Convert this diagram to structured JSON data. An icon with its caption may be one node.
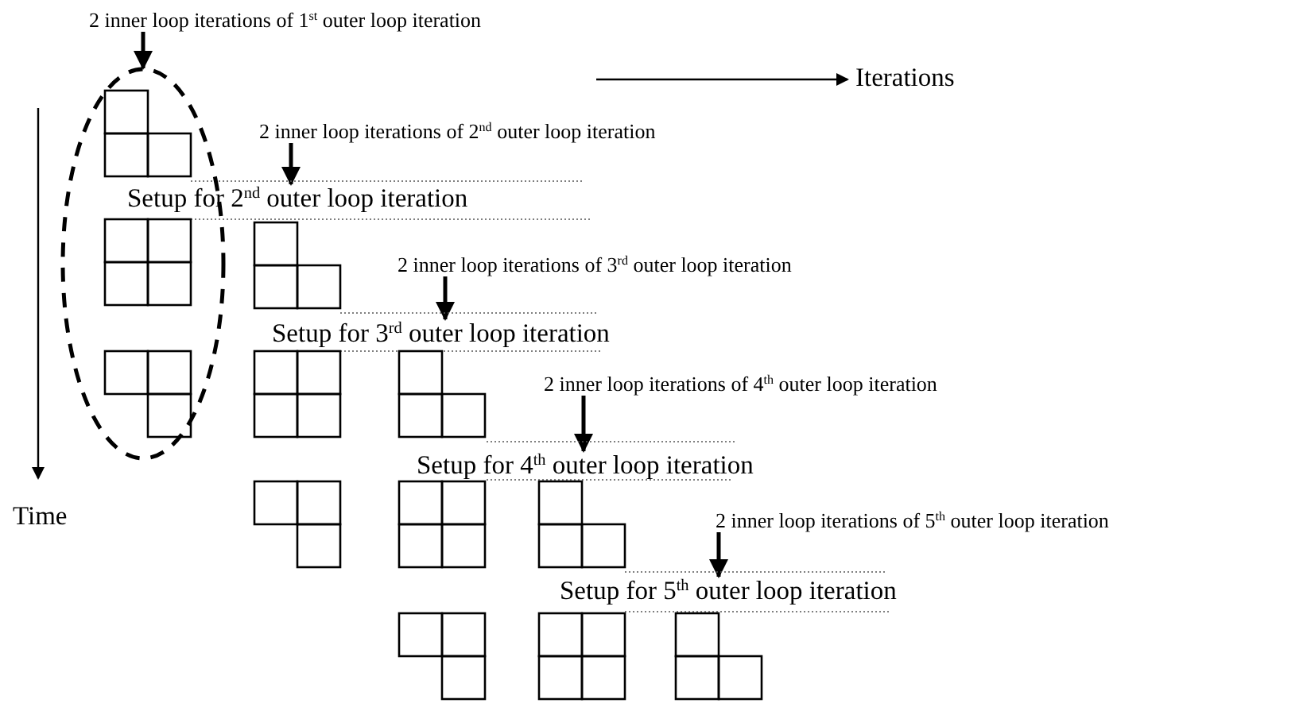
{
  "diagram": {
    "nodes": [
      {
        "text": [
          "2 inner loop iterations of 1$^{st}$ outer loop iteration"
        ]
      },
      {
        "text": [],
        "shape": "ellipse"
      },
      {
        "text": [
          "2 inner loop iterations of 2$^{nd}$ outer loop iteration"
        ]
      },
      {
        "text": [
          "Setup for 2$^{nd}$ outer loop iteration"
        ]
      },
      {
        "text": [
          "2 inner loop iterations of 3$^{rd}$ outer loop iteration"
        ]
      },
      {
        "text": [
          "Setup for 3$^{rd}$ outer loop iteration"
        ]
      },
      {
        "text": [
          "2 inner loop iterations of 4$^{th}$ outer loop iteration"
        ]
      },
      {
        "text": [
          "Setup for 4$^{th}$ outer loop iteration"
        ]
      },
      {
        "text": [
          "2 inner loop iterations of 5$^{th}$ outer loop iteration"
        ]
      },
      {
        "text": [
          "Setup for 5$^{th}$ outer loop iteration"
        ]
      }
    ],
    "edges": [
      {
        "from": 0,
        "to": 1,
        "arrow": "to"
      },
      {
        "from": 2,
        "to": 3,
        "arrow": "to"
      },
      {
        "from": 4,
        "to": 5,
        "arrow": "to"
      },
      {
        "from": 6,
        "to": 7,
        "arrow": "to"
      },
      {
        "from": 8,
        "to": 9,
        "arrow": "to"
      }
    ],
    "labels": [
      "Iterations",
      "Time"
    ]
  }
}
